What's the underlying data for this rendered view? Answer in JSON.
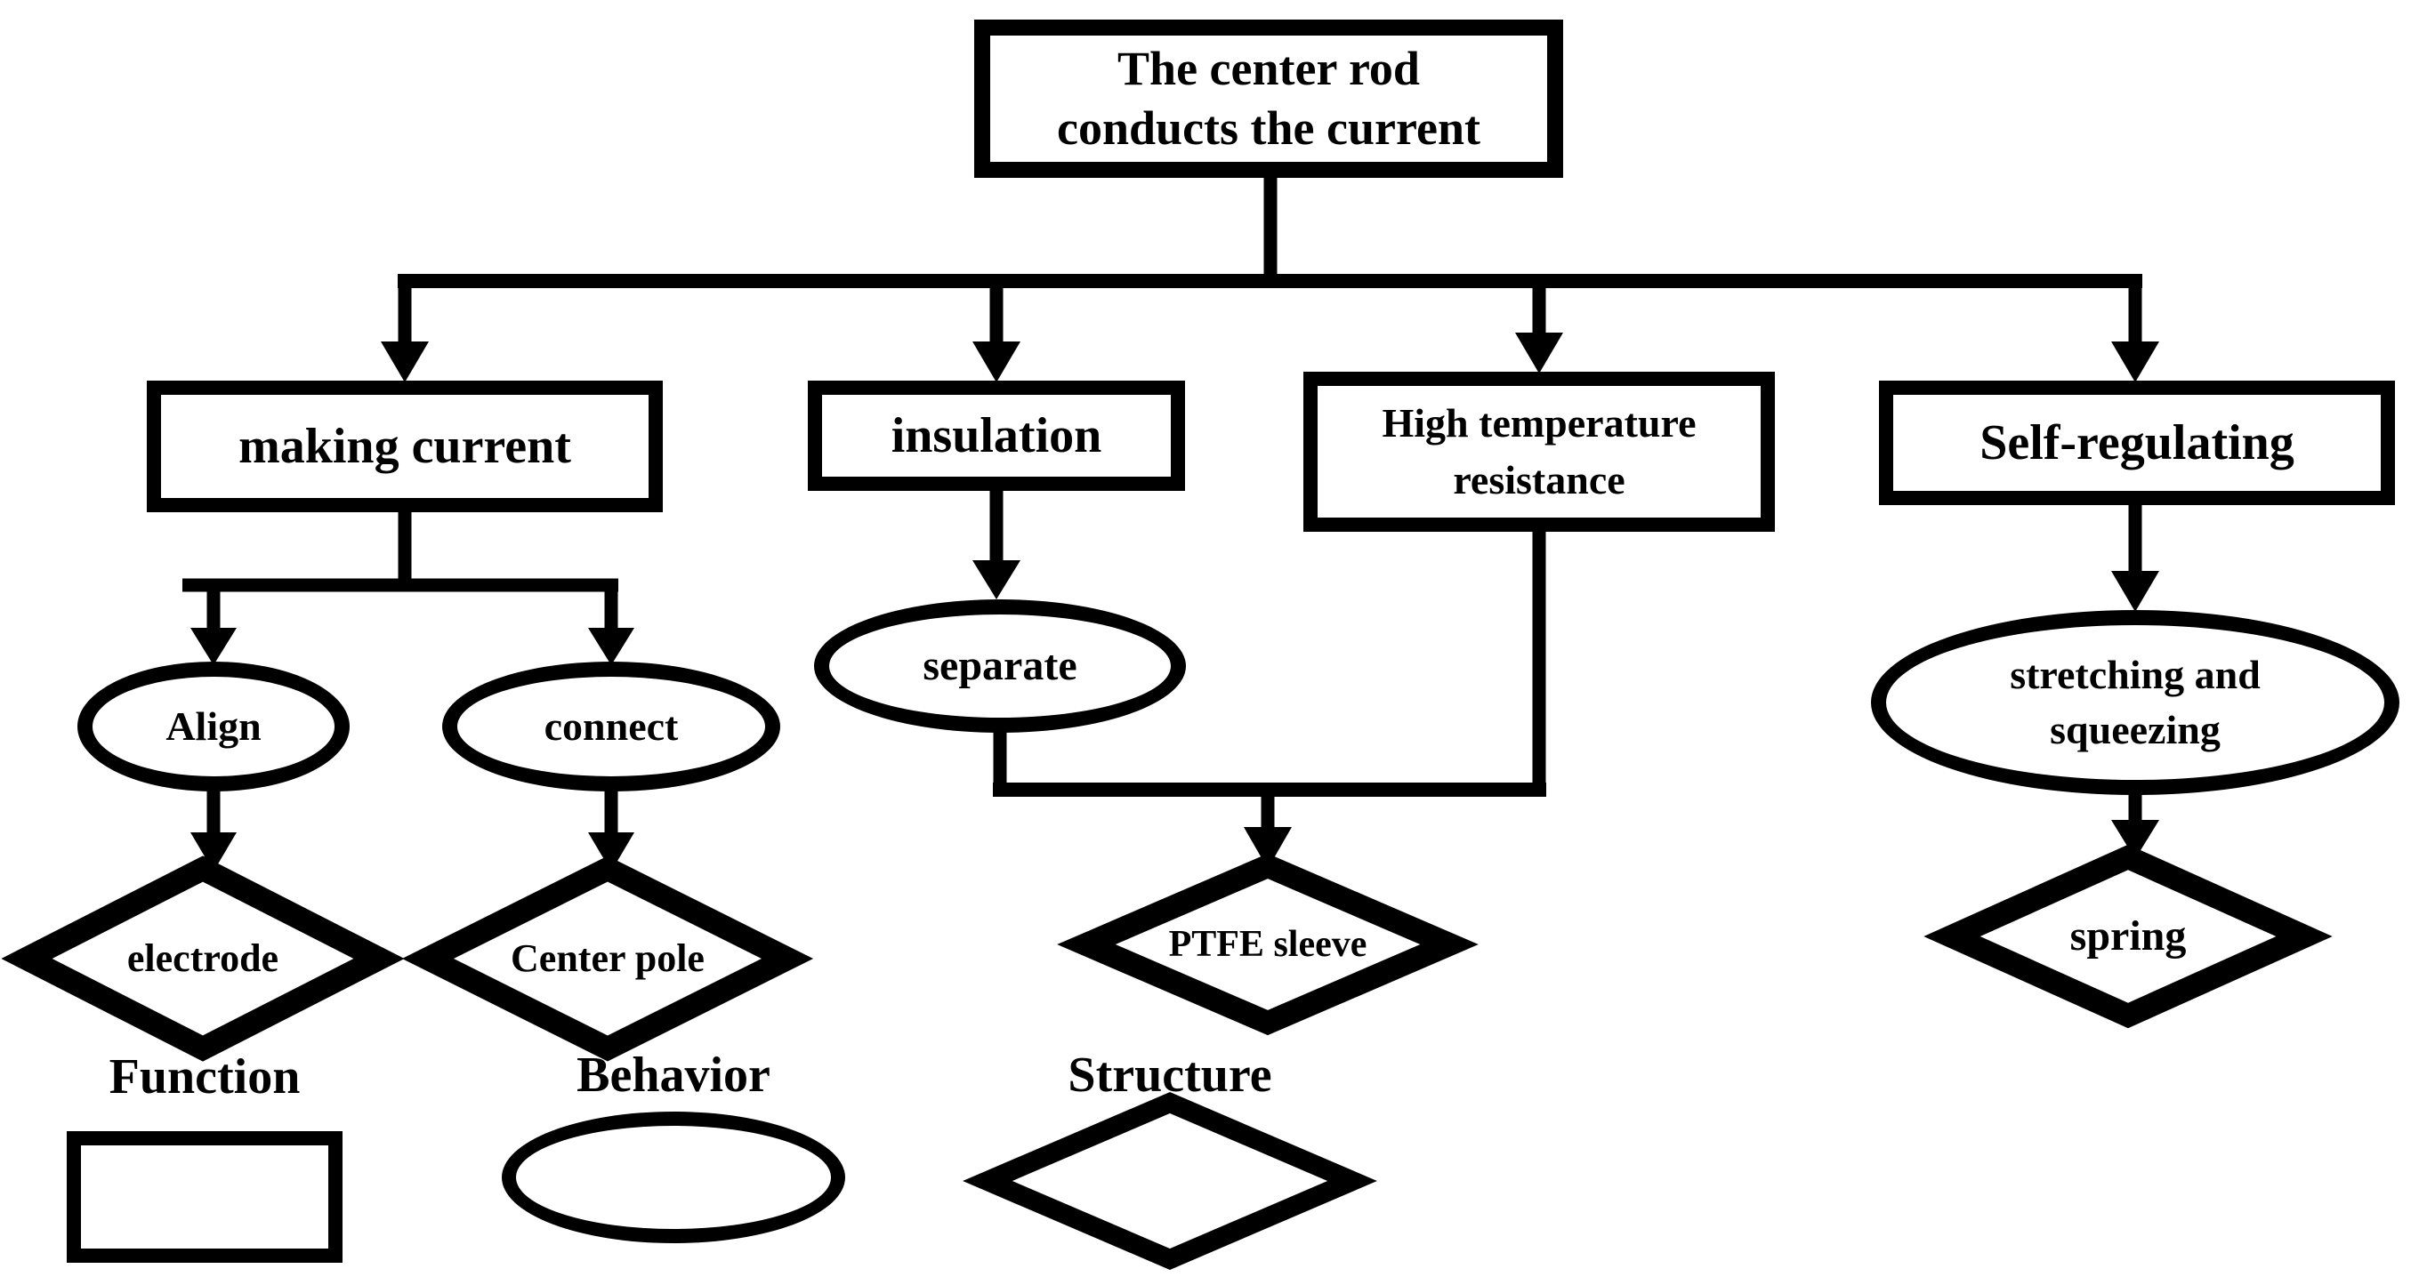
{
  "nodes": {
    "root": {
      "label": "The center rod\nconducts the current"
    },
    "making_current": {
      "label": "making current"
    },
    "insulation": {
      "label": "insulation"
    },
    "high_temp": {
      "label": "High temperature\nresistance"
    },
    "self_regulating": {
      "label": "Self-regulating"
    },
    "align": {
      "label": "Align"
    },
    "connect": {
      "label": "connect"
    },
    "separate": {
      "label": "separate"
    },
    "stretching": {
      "label": "stretching and\nsqueezing"
    },
    "electrode": {
      "label": "electrode"
    },
    "center_pole": {
      "label": "Center pole"
    },
    "ptfe_sleeve": {
      "label": "PTFE sleeve"
    },
    "spring": {
      "label": "spring"
    }
  },
  "legend": {
    "function_label": "Function",
    "behavior_label": "Behavior",
    "structure_label": "Structure"
  },
  "colors": {
    "line": "#000000",
    "background": "#ffffff"
  }
}
